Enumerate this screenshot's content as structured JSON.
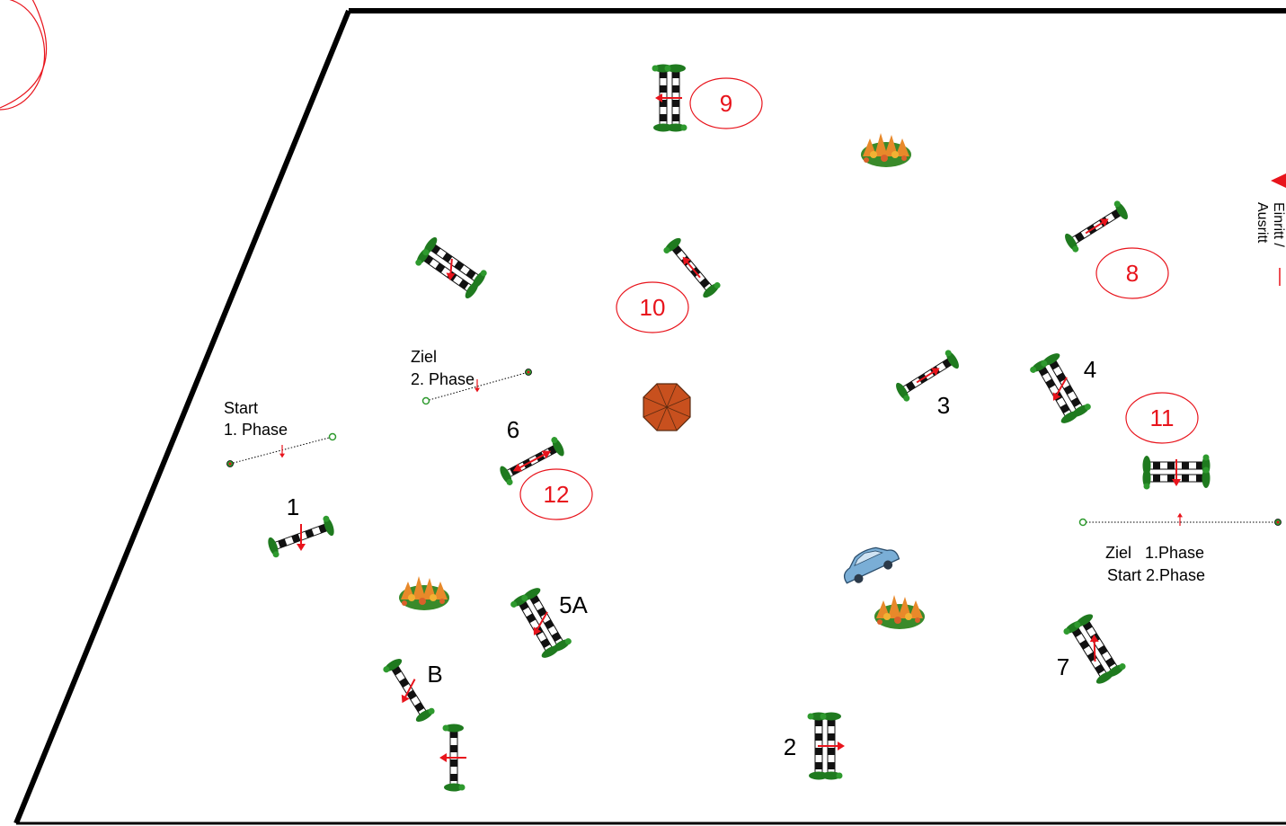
{
  "course": {
    "jump_numbers": {
      "n1": "1",
      "n2": "2",
      "n3": "3",
      "n4": "4",
      "n5a": "5A",
      "n6": "6",
      "n7": "7",
      "nb": "B"
    },
    "phase_two_numbers": {
      "n8": "8",
      "n9": "9",
      "n10": "10",
      "n11": "11",
      "n12": "12"
    },
    "lines": {
      "start_phase1_a": "Start",
      "start_phase1_b": "1. Phase",
      "finish_phase2_a": "Ziel",
      "finish_phase2_b": "2. Phase",
      "finish_phase1": "Ziel   1.Phase",
      "start_phase2": "Start 2.Phase"
    },
    "gate": {
      "label_a": "Einritt /",
      "label_b": "Ausritt"
    }
  },
  "colors": {
    "number_red": "#e8141c",
    "pole_dark": "#111111",
    "wing_green": "#1f7a1f",
    "arrow_red": "#e8141c",
    "umbrella": "#c8501e",
    "car": "#7aaed6",
    "flowers": "#e8892a"
  },
  "icons": {
    "umbrella": "umbrella-icon",
    "car": "car-icon",
    "flowers": "flower-bed-icon"
  }
}
